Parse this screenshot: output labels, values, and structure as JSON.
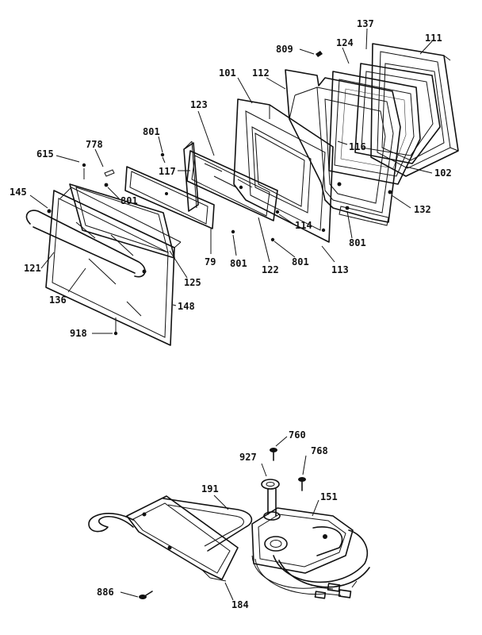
{
  "callouts": {
    "c137": "137",
    "c111": "111",
    "c809": "809",
    "c124": "124",
    "c101": "101",
    "c112": "112",
    "c123": "123",
    "c801a": "801",
    "c116": "116",
    "c615": "615",
    "c778": "778",
    "c117": "117",
    "c102": "102",
    "c145": "145",
    "c801b": "801",
    "c132": "132",
    "c114": "114",
    "c801c": "801",
    "c121": "121",
    "c79": "79",
    "c801d": "801",
    "c122": "122",
    "c801e": "801",
    "c113": "113",
    "c125": "125",
    "c136": "136",
    "c148": "148",
    "c918": "918",
    "c760": "760",
    "c927": "927",
    "c768": "768",
    "c191": "191",
    "c151": "151",
    "c886": "886",
    "c184": "184"
  }
}
